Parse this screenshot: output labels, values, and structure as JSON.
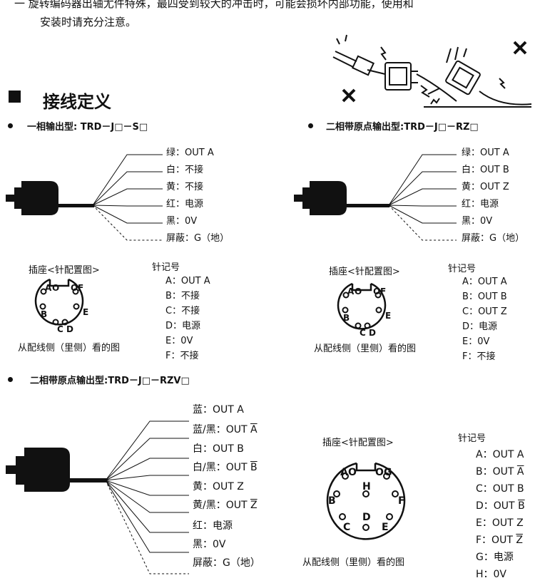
{
  "notice": {
    "line1": "一 旋转编码器出轴尤件特殊，最四受到较大的冲击时，可能会损坏内部功能，使用和",
    "line2": "安装时请充分注意。"
  },
  "section": {
    "title": "接线定义"
  },
  "diagrams": [
    {
      "type_label": "一相输出型: TRD－J□－S□",
      "wires": [
        "绿：OUT A",
        "白：不接",
        "黄：不接",
        "红：电源",
        "黑：0V",
        "屏蔽：G（地）"
      ],
      "socket_caption": "插座<针配置图>",
      "view_caption": "从配线侧（里侧）看的图",
      "pin_title": "针记号",
      "pins": [
        "A：OUT A",
        "B：不接",
        "C：不接",
        "D：电源",
        "E：0V",
        "F：不接"
      ],
      "pin_letters": [
        "A",
        "O",
        "O",
        "F",
        "B",
        "E",
        "C",
        "D"
      ]
    },
    {
      "type_label": "二相带原点输出型:TRD－J□－RZ□",
      "wires": [
        "绿：OUT A",
        "白：OUT B",
        "黄：OUT Z",
        "红：电源",
        "黑：0V",
        "屏蔽：G（地）"
      ],
      "socket_caption": "插座<针配置图>",
      "view_caption": "从配线侧（里侧）看的图",
      "pin_title": "针记号",
      "pins": [
        "A：OUT A",
        "B：OUT B",
        "C：OUT Z",
        "D：电源",
        "E：0V",
        "F：不接"
      ],
      "pin_letters": [
        "A",
        "O",
        "O",
        "F",
        "B",
        "E",
        "C",
        "D"
      ]
    },
    {
      "type_label": "二相带原点输出型:TRD－J□－RZV□",
      "wires": [
        {
          "pre": "蓝：OUT A",
          "ol": ""
        },
        {
          "pre": "蓝/黑：OUT ",
          "ol": "A"
        },
        {
          "pre": "白：OUT B",
          "ol": ""
        },
        {
          "pre": "白/黑：OUT ",
          "ol": "B"
        },
        {
          "pre": "黄：OUT Z",
          "ol": ""
        },
        {
          "pre": "黄/黑：OUT ",
          "ol": "Z"
        },
        {
          "pre": "红：电源",
          "ol": ""
        },
        {
          "pre": "黑：0V",
          "ol": ""
        },
        {
          "pre": "屏蔽：G（地）",
          "ol": ""
        }
      ],
      "socket_caption": "插座<针配置图>",
      "view_caption": "从配线侧（里侧）看的图",
      "pin_title": "针记号",
      "pins": [
        {
          "pre": "A：OUT A",
          "ol": ""
        },
        {
          "pre": "B：OUT ",
          "ol": "A"
        },
        {
          "pre": "C：OUT B",
          "ol": ""
        },
        {
          "pre": "D：OUT ",
          "ol": "B"
        },
        {
          "pre": "E：OUT Z",
          "ol": ""
        },
        {
          "pre": "F：OUT ",
          "ol": "Z"
        },
        {
          "pre": "G：电源",
          "ol": ""
        },
        {
          "pre": "H：0V",
          "ol": ""
        }
      ],
      "pin_letters": [
        "A",
        "O",
        "O",
        "G",
        "H",
        "B",
        "F",
        "D",
        "C",
        "E"
      ]
    }
  ],
  "colors": {
    "ink": "#111111",
    "encoder": "#111111"
  }
}
